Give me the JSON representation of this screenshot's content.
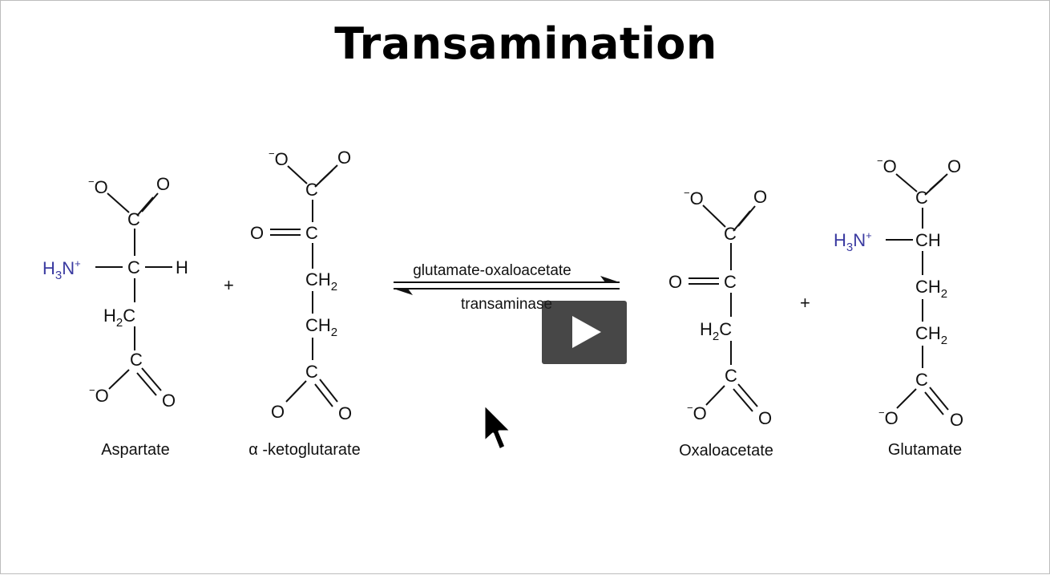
{
  "title": "Transamination",
  "molecules": {
    "aspartate": {
      "name": "Aspartate",
      "amine": "H",
      "amine_sub": "3",
      "amine_n": "N",
      "amine_plus": "+",
      "h2c_sub": "2"
    },
    "ketoglutarate": {
      "name": "α -ketoglutarate",
      "ch2_sub": "2"
    },
    "oxaloacetate": {
      "name": "Oxaloacetate",
      "h2c_sub": "2"
    },
    "glutamate": {
      "name": "Glutamate",
      "amine": "H",
      "amine_sub": "3",
      "amine_n": "N",
      "amine_plus": "+",
      "ch2_sub": "2"
    }
  },
  "atoms": {
    "oxygen": "O",
    "carbon": "C",
    "hydrogen": "H",
    "minus": "−",
    "ch": "CH",
    "h2c_h": "H",
    "h2c_c": "C",
    "ch2_ch": "CH"
  },
  "plus_sign": "+",
  "enzyme": {
    "line1": "glutamate-oxaloacetate",
    "line2": "transaminase"
  },
  "video": {
    "play_icon": "play-icon",
    "cursor_icon": "mouse-pointer-icon"
  }
}
